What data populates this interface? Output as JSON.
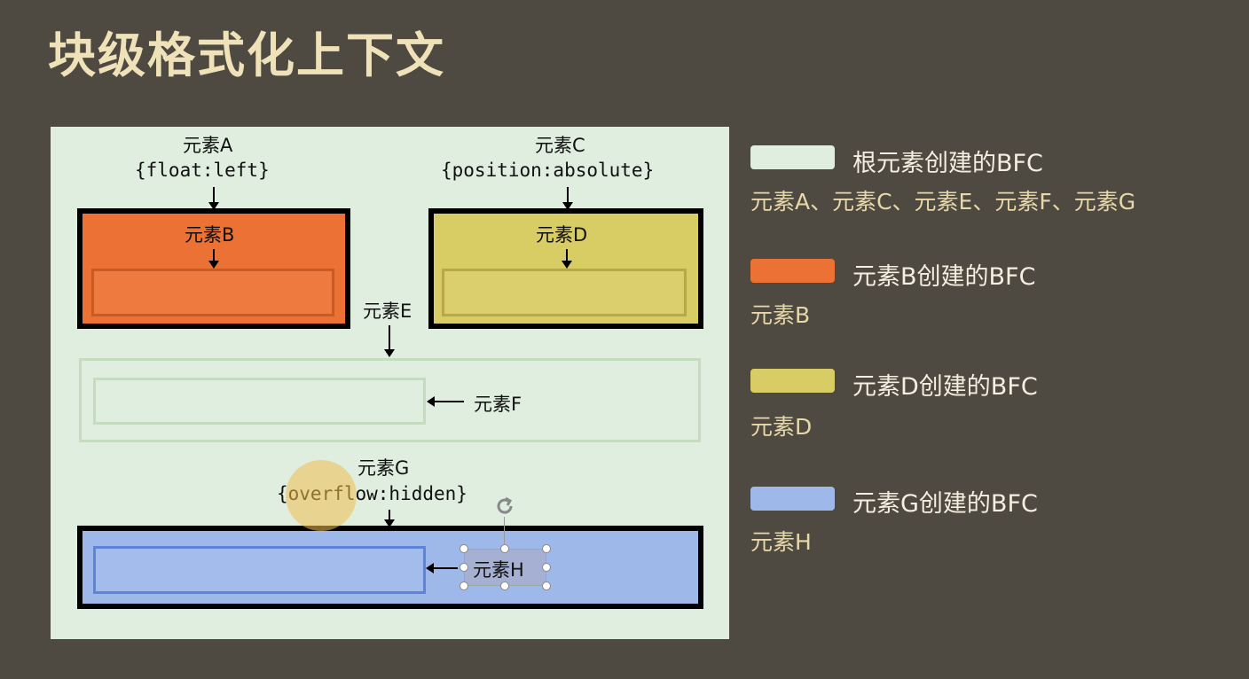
{
  "title": "块级格式化上下文",
  "colors": {
    "background": "#4f4a41",
    "root_bfc": "#dfeedf",
    "b_bfc": "#ec7134",
    "d_bfc": "#d8cc64",
    "g_bfc": "#9fb8ea"
  },
  "diagram": {
    "element_a_label": "元素A",
    "element_a_style": "{float:left}",
    "element_b_label": "元素B",
    "element_c_label": "元素C",
    "element_c_style": "{position:absolute}",
    "element_d_label": "元素D",
    "element_e_label": "元素E",
    "element_f_label": "元素F",
    "element_g_label": "元素G",
    "element_g_style": "{overflow:hidden}",
    "element_h_label": "元素H"
  },
  "legend": [
    {
      "title": "根元素创建的BFC",
      "members": "元素A、元素C、元素E、元素F、元素G",
      "color": "#dfeedf"
    },
    {
      "title": "元素B创建的BFC",
      "members": "元素B",
      "color": "#ec7134"
    },
    {
      "title": "元素D创建的BFC",
      "members": "元素D",
      "color": "#d8cc64"
    },
    {
      "title": "元素G创建的BFC",
      "members": "元素H",
      "color": "#9fb8ea"
    }
  ]
}
